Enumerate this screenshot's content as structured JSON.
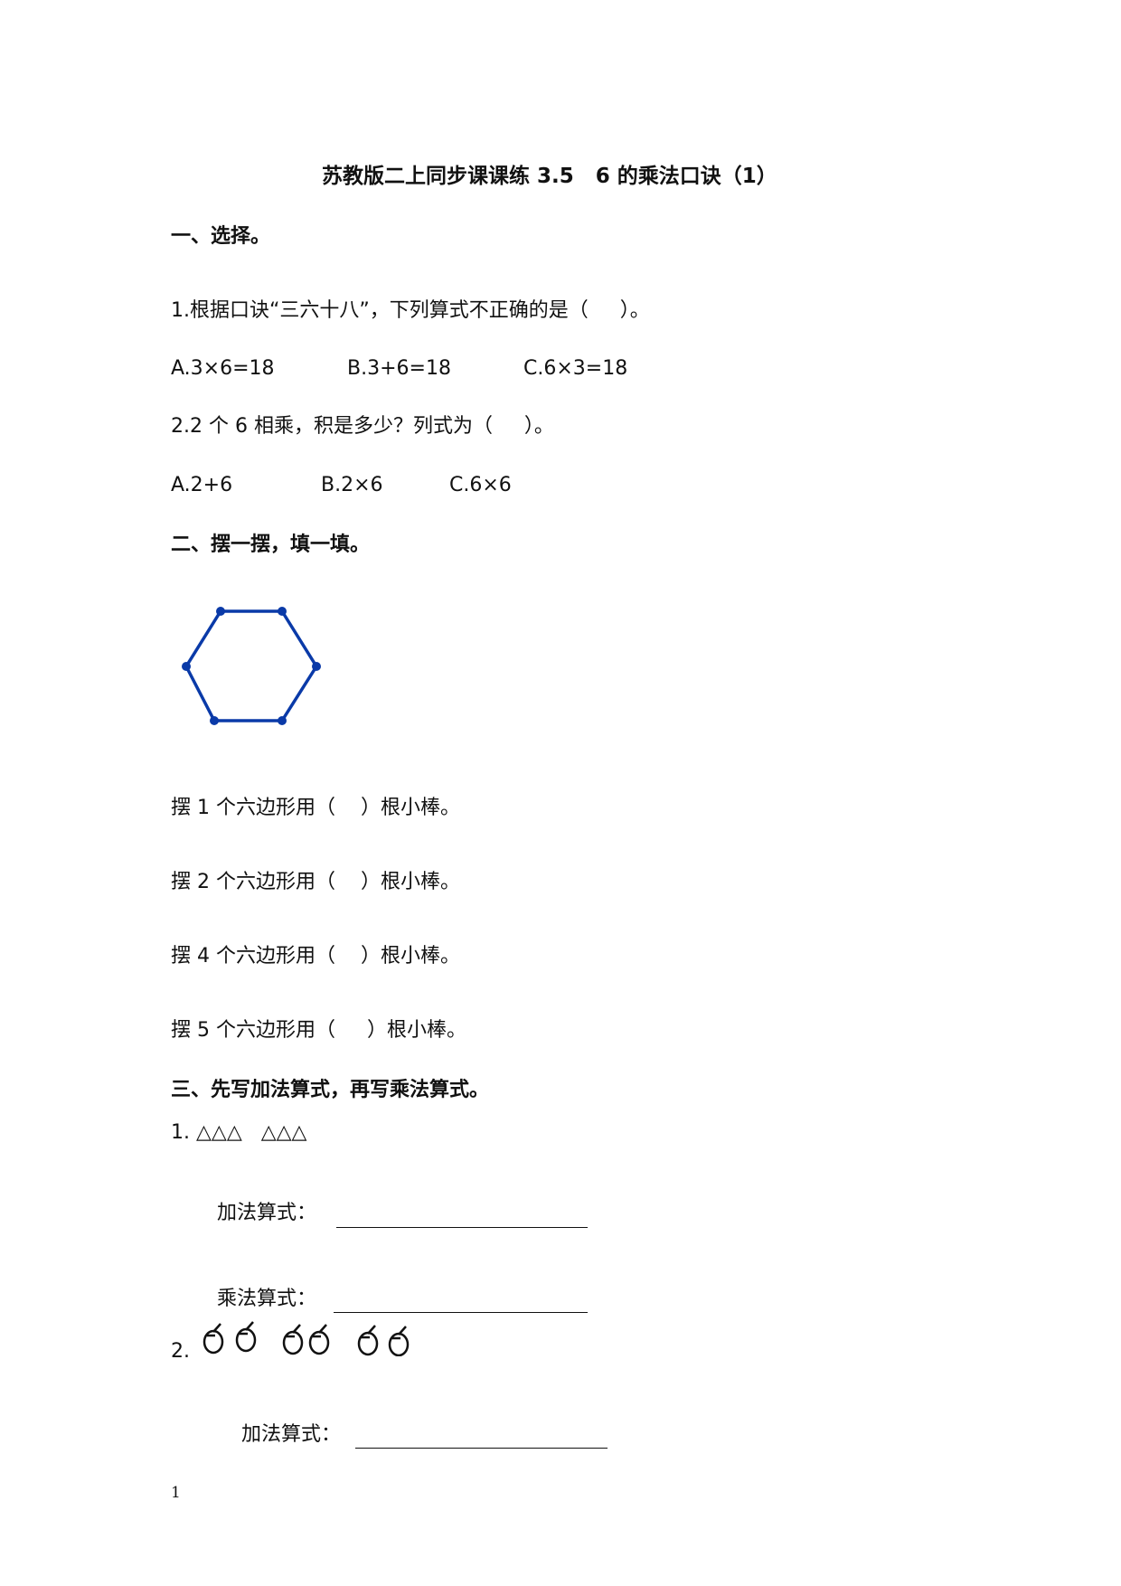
{
  "title": "苏教版二上同步课课练 3.5   6 的乘法口诀（1）",
  "section1": {
    "heading": "一、选择。",
    "q1": {
      "text": "1.根据口诀“三六十八”，下列算式不正确的是（     ）。",
      "options": [
        "A.3×6=18",
        "B.3+6=18",
        "C.6×3=18"
      ]
    },
    "q2": {
      "text": "2.2 个 6 相乘，积是多少？列式为（     ）。",
      "options": [
        "A.2+6",
        "B.2×6",
        "C.6×6"
      ]
    }
  },
  "section2": {
    "heading": "二、摆一摆，填一填。",
    "lines": [
      "摆 1 个六边形用（    ）根小棒。",
      "摆 2 个六边形用（    ）根小棒。",
      "摆 4 个六边形用（    ）根小棒。",
      "摆 5 个六边形用（     ）根小棒。"
    ],
    "shape_color": "#0a3aa8"
  },
  "section3": {
    "heading": "三、先写加法算式，再写乘法算式。",
    "p1": {
      "label": "1. △△△   △△△",
      "add_label": "加法算式：",
      "mul_label": "乘法算式："
    },
    "p2": {
      "label": "2.",
      "add_label": "加法算式："
    }
  },
  "page_number": "1"
}
